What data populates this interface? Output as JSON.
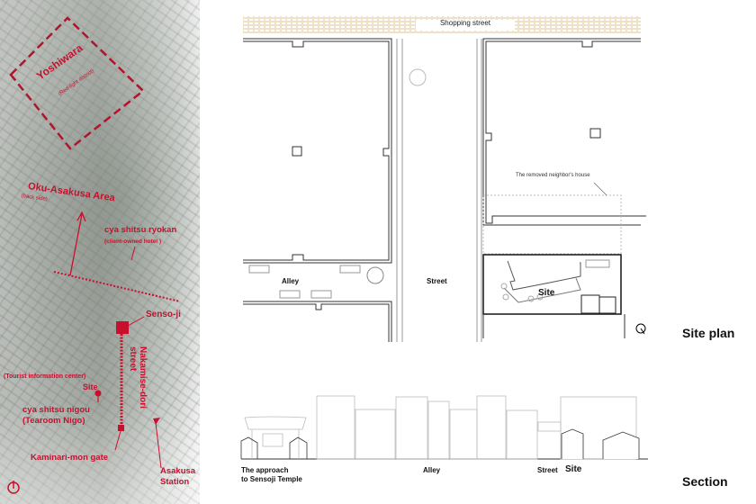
{
  "map": {
    "yoshiwara": "Yoshiwara",
    "yoshiwara_sub": "(Red-light district)",
    "oku": "Oku-Asakusa Area",
    "oku_sub": "(back side)",
    "ryokan": "cya shitsu ryokan",
    "ryokan_sub": "(client-owned hotel )",
    "sensoji": "Senso-ji",
    "nakamise": "Nakamise-dori street",
    "tourist": "(Tourist information center)",
    "site": "Site",
    "nigou": "cya shitsu nigou",
    "nigou_sub": "(Tearoom Nigo)",
    "kaminari": "Kaminari-mon gate",
    "station1": "Asakusa",
    "station2": "Station",
    "accent": "#c8102e"
  },
  "plan": {
    "title": "Site plan",
    "shopping": "Shopping street",
    "alley": "Alley",
    "street": "Street",
    "site": "Site",
    "removed": "The removed neighbor's house"
  },
  "section": {
    "title": "Section",
    "approach1": "The approach",
    "approach2": "to Sensoji Temple",
    "alley": "Alley",
    "street": "Street",
    "site": "Site"
  }
}
